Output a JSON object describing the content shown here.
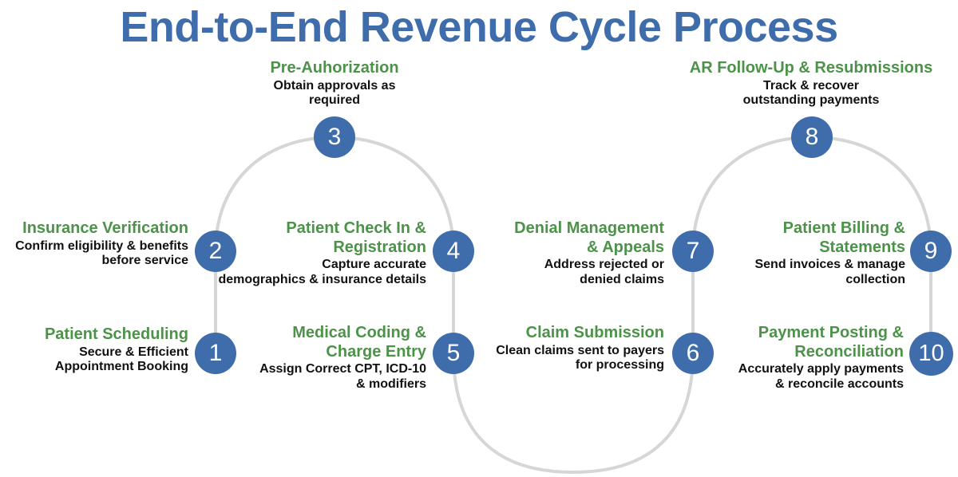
{
  "title": "End-to-End Revenue Cycle Process",
  "colors": {
    "title_blue": "#3F6DAC",
    "node_blue": "#3F6DAC",
    "step_green": "#4C9349",
    "desc_black": "#111111",
    "connector_gray": "#D4D4D4",
    "background": "#FFFFFF"
  },
  "steps": [
    {
      "number": "1",
      "title": "Patient Scheduling",
      "desc": "Secure & Efficient\nAppointment Booking",
      "align": "right"
    },
    {
      "number": "2",
      "title": "Insurance Verification",
      "desc": "Confirm eligibility & benefits\nbefore service",
      "align": "right"
    },
    {
      "number": "3",
      "title": "Pre-Auhorization",
      "desc": "Obtain approvals as\nrequired",
      "align": "center"
    },
    {
      "number": "4",
      "title": "Patient Check In &\nRegistration",
      "desc": "Capture accurate\ndemographics & insurance details",
      "align": "right"
    },
    {
      "number": "5",
      "title": "Medical Coding &\nCharge Entry",
      "desc": "Assign Correct CPT, ICD-10\n& modifiers",
      "align": "right"
    },
    {
      "number": "6",
      "title": "Claim Submission",
      "desc": "Clean claims sent to payers\nfor processing",
      "align": "right"
    },
    {
      "number": "7",
      "title": "Denial Management\n& Appeals",
      "desc": "Address rejected or\ndenied claims",
      "align": "right"
    },
    {
      "number": "8",
      "title": "AR Follow-Up  & Resubmissions",
      "desc": "Track & recover\noutstanding payments",
      "align": "center"
    },
    {
      "number": "9",
      "title": "Patient Billing &\nStatements",
      "desc": "Send invoices & manage\ncollection",
      "align": "right"
    },
    {
      "number": "10",
      "title": "Payment Posting &\nReconciliation",
      "desc": "Accurately apply payments\n& reconcile accounts",
      "align": "right"
    }
  ]
}
